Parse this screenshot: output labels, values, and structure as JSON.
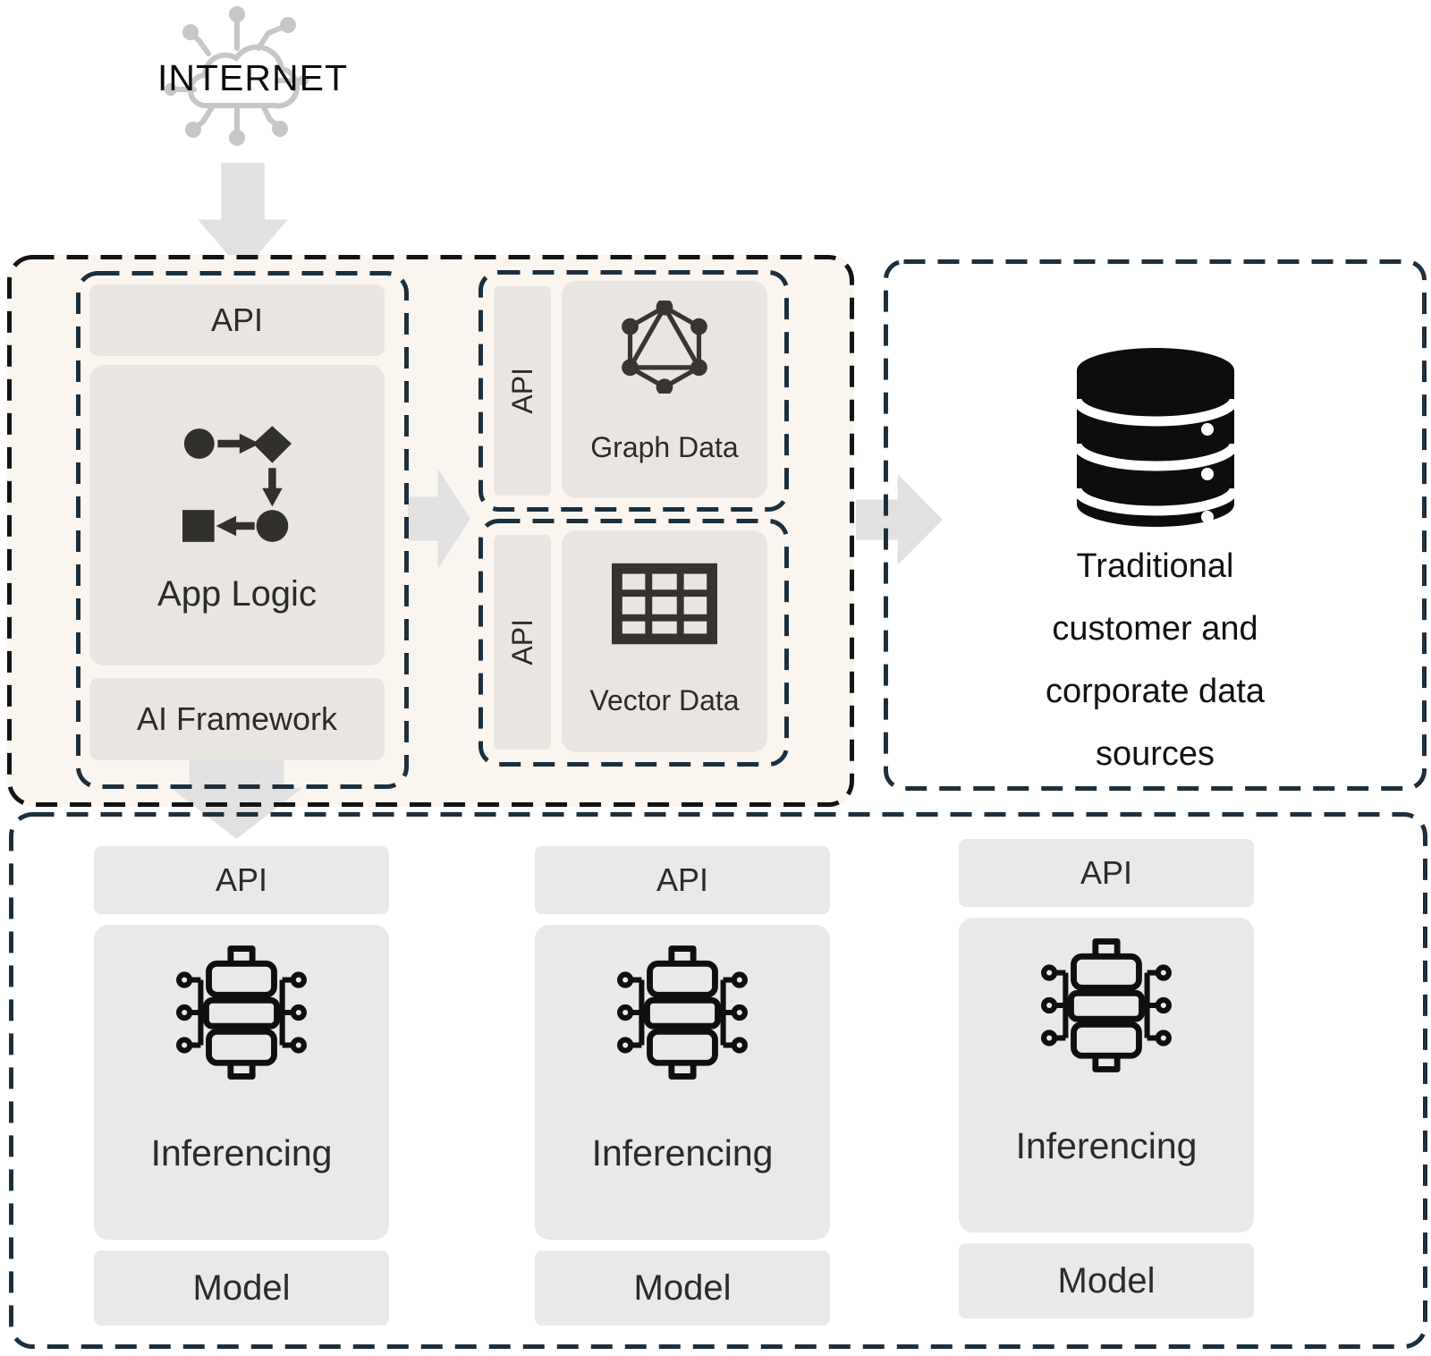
{
  "internet": {
    "label": "INTERNET"
  },
  "app_environment": {
    "app_stack": {
      "api": "API",
      "app_logic": "App Logic",
      "ai_framework": "AI Framework"
    },
    "graph_store": {
      "api": "API",
      "label": "Graph Data"
    },
    "vector_store": {
      "api": "API",
      "label": "Vector Data"
    }
  },
  "data_sources": {
    "lines": [
      "Traditional",
      "customer and",
      "corporate data",
      "sources"
    ]
  },
  "model_services": {
    "columns": [
      {
        "api": "API",
        "inferencing": "Inferencing",
        "model": "Model"
      },
      {
        "api": "API",
        "inferencing": "Inferencing",
        "model": "Model"
      },
      {
        "api": "API",
        "inferencing": "Inferencing",
        "model": "Model"
      }
    ]
  },
  "colors": {
    "container_bg": "#faf6ef",
    "box_bg": "#e9e6e1",
    "dash_primary": "#131313",
    "dash_accent": "#1c2f3d",
    "arrow": "#e1e1e1"
  }
}
